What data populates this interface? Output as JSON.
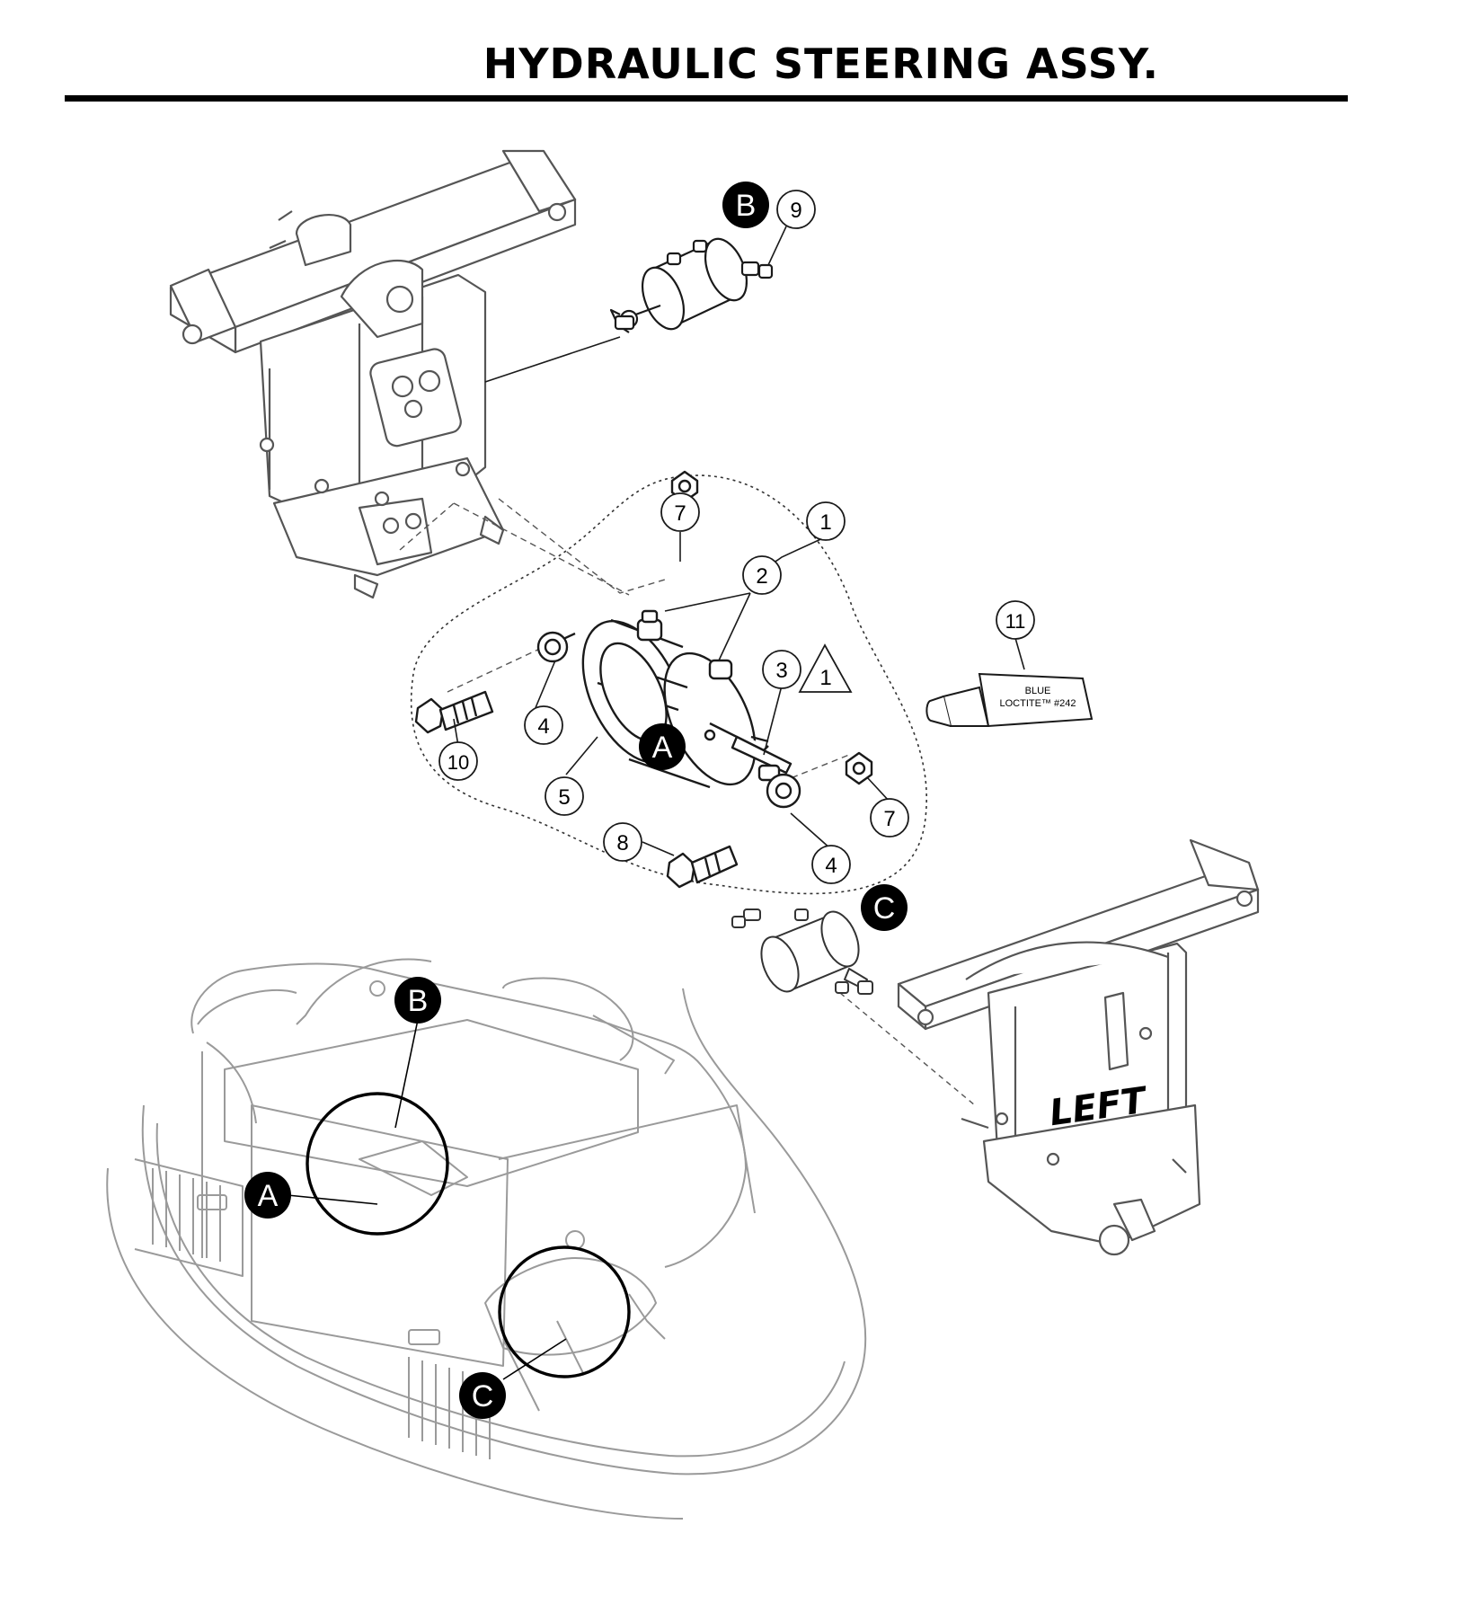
{
  "header": {
    "title": "HYDRAULIC STEERING ASSY."
  },
  "callouts": {
    "n1": "1",
    "n2": "2",
    "n3": "3",
    "n4": "4",
    "n5": "5",
    "n7": "7",
    "n8": "8",
    "n9": "9",
    "n10": "10",
    "n11": "11"
  },
  "detail_labels": {
    "a": "A",
    "b": "B",
    "c": "C"
  },
  "warning_symbol": {
    "icon": "warning-triangle-icon",
    "number": "1"
  },
  "loctite": {
    "line1": "BLUE",
    "line2": "LOCTITE™ #242"
  },
  "gearbox_label": "LEFT",
  "colors": {
    "line": "#1a1a1a",
    "ghost": "#9a9a9a",
    "badge_fill": "#000000",
    "badge_text": "#ffffff"
  }
}
